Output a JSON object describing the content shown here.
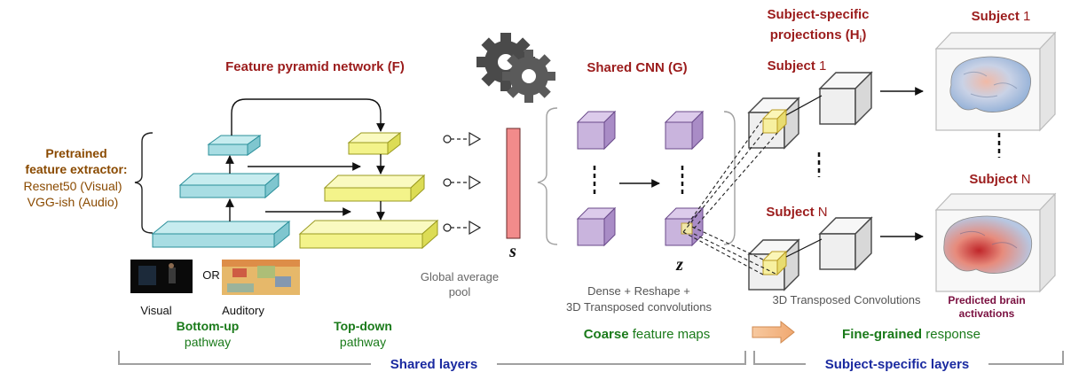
{
  "labels": {
    "fpn_title": "Feature pyramid network (F)",
    "shared_cnn_title": "Shared CNN (G)",
    "subject_proj_line1": "Subject-specific",
    "subject_proj_line2": "projections (H",
    "subject_proj_sub": "i",
    "subject_proj_close": ")",
    "pretrained_line1": "Pretrained",
    "pretrained_line2": "feature extractor:",
    "resnet": "Resnet50 (Visual)",
    "vggish": "VGG-ish (Audio)",
    "or": "OR",
    "visual": "Visual",
    "auditory": "Auditory",
    "bottom_up_bold": "Bottom-up",
    "bottom_up_rest": "pathway",
    "top_down_bold": "Top-down",
    "top_down_rest": "pathway",
    "gap_line1": "Global average",
    "gap_line2": "pool",
    "s_symbol": "s",
    "z_symbol": "z",
    "dense_line1": "Dense + Reshape +",
    "dense_line2": "3D Transposed convolutions",
    "coarse_bold": "Coarse",
    "coarse_rest": " feature maps",
    "fine_bold": "Fine-grained",
    "fine_rest": " response",
    "transposed": "3D Transposed Convolutions",
    "predicted_line1": "Predicted brain",
    "predicted_line2": "activations",
    "subject_word": "Subject ",
    "subject_1_num": "1",
    "subject_n_num": "N",
    "shared_layers": "Shared layers",
    "subject_layers": "Subject-specific layers"
  },
  "colors": {
    "title_red": "#9b1c1c",
    "green": "#1a7a1a",
    "navy": "#1a2aa0",
    "brown": "#8a4a00",
    "maroon": "#7a1040",
    "cyan_block": "#a8dde3",
    "yellow_block": "#f3f38a",
    "purple_block": "#c9b4dd",
    "gray_block": "#efefef",
    "pink_bar": "#f28b8b",
    "bracket_gray": "#a0a0a0"
  }
}
